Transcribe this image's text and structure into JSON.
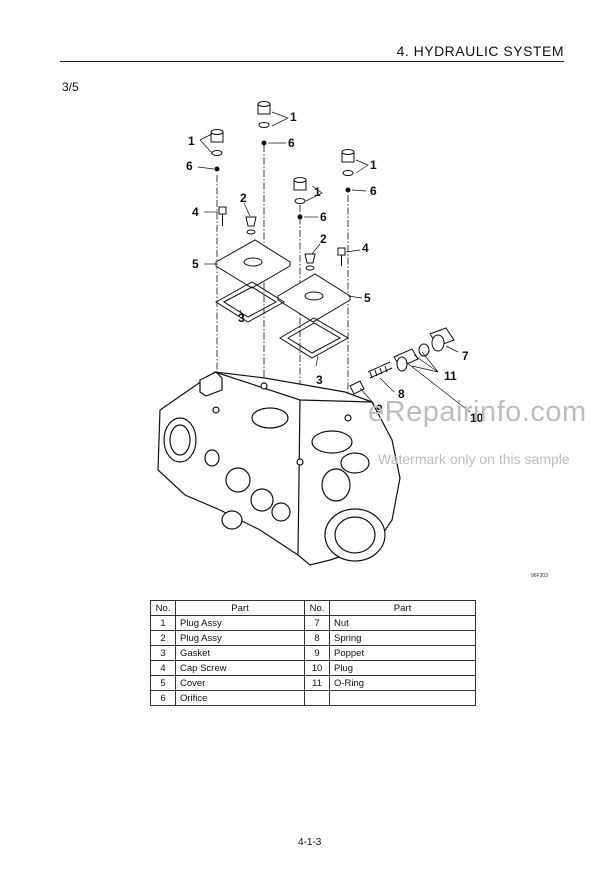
{
  "header": {
    "title": "4. HYDRAULIC SYSTEM"
  },
  "page_fraction": "3/5",
  "diagram": {
    "callouts": [
      "1",
      "1",
      "1",
      "1",
      "6",
      "6",
      "6",
      "6",
      "2",
      "2",
      "4",
      "4",
      "5",
      "5",
      "3",
      "3",
      "7",
      "8",
      "9",
      "10",
      "11"
    ]
  },
  "watermark": {
    "url": "eRepairinfo.com",
    "note": "Watermark only on this sample"
  },
  "figure_code": "96F303",
  "parts_table": {
    "headers": [
      "No.",
      "Part",
      "No.",
      "Part"
    ],
    "rows": [
      {
        "no_a": "1",
        "part_a": "Plug Assy",
        "no_b": "7",
        "part_b": "Nut"
      },
      {
        "no_a": "2",
        "part_a": "Plug Assy",
        "no_b": "8",
        "part_b": "Spring"
      },
      {
        "no_a": "3",
        "part_a": "Gasket",
        "no_b": "9",
        "part_b": "Poppet"
      },
      {
        "no_a": "4",
        "part_a": "Cap Screw",
        "no_b": "10",
        "part_b": "Plug"
      },
      {
        "no_a": "5",
        "part_a": "Cover",
        "no_b": "11",
        "part_b": "O-Ring"
      },
      {
        "no_a": "6",
        "part_a": "Orifice",
        "no_b": "",
        "part_b": ""
      }
    ]
  },
  "page_number": "4-1-3"
}
